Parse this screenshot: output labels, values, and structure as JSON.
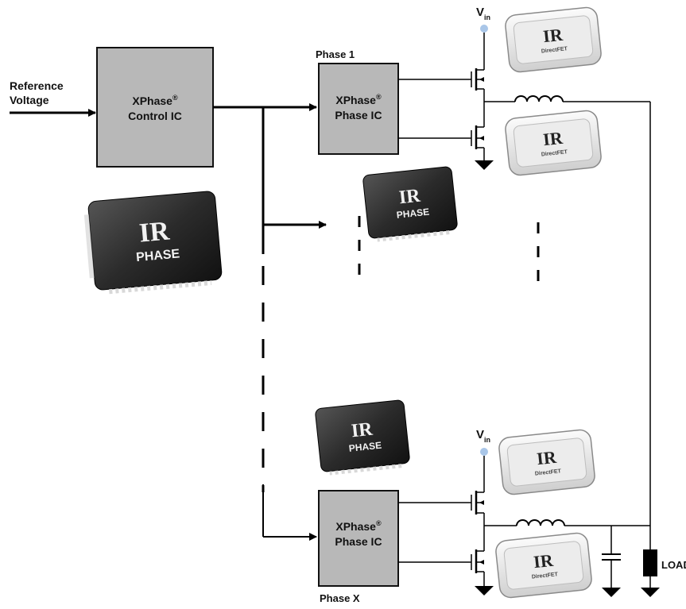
{
  "input": {
    "line1": "Reference",
    "line2": "Voltage"
  },
  "control_ic": {
    "line1": "XPhase",
    "reg": "®",
    "line2": "Control IC"
  },
  "phase1": {
    "label": "Phase 1",
    "ic_line1": "XPhase",
    "reg": "®",
    "ic_line2": "Phase IC"
  },
  "phaseX": {
    "label": "Phase X",
    "ic_line1": "XPhase",
    "reg": "®",
    "ic_line2": "Phase IC"
  },
  "supply": {
    "v": "V",
    "sub": "in"
  },
  "load": {
    "label": "LOAD"
  },
  "chips": {
    "brand": "IR",
    "phase_text": "PHASE",
    "mosfet_text": "DirectFET"
  },
  "colors": {
    "ic_fill": "#b8b8b8",
    "ic_border": "#111111",
    "chip_dark": "#2a2a2a",
    "chip_light": "#e6e6e6",
    "vin_dot": "#a9c6e8"
  }
}
